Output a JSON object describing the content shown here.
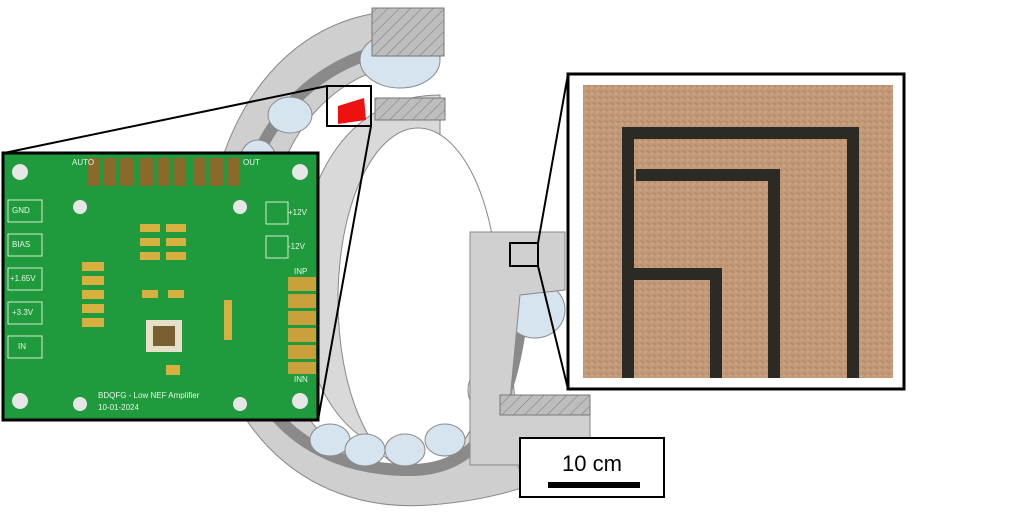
{
  "figure": {
    "scale_bar": {
      "label": "10 cm"
    },
    "pcb": {
      "title": "BDQFG - Low NEF Amplifier",
      "date": "10-01-2024",
      "left_labels": [
        "GND",
        "BIAS",
        "+1.65V",
        "+3.3V",
        "IN"
      ],
      "right_labels": [
        "+12V",
        "-12V"
      ],
      "top_labels": [
        "AUTO",
        "OUT"
      ],
      "edge_labels": [
        "INP",
        "INN"
      ]
    },
    "colors": {
      "pcb_green": "#1f9a3c",
      "bearing_gray": "#cfcfcf",
      "roller_blue": "#d6e4ef",
      "sensor_red": "#ee1111",
      "texture_tan": "#c39a78",
      "trace_dark": "#2b2a24"
    }
  }
}
